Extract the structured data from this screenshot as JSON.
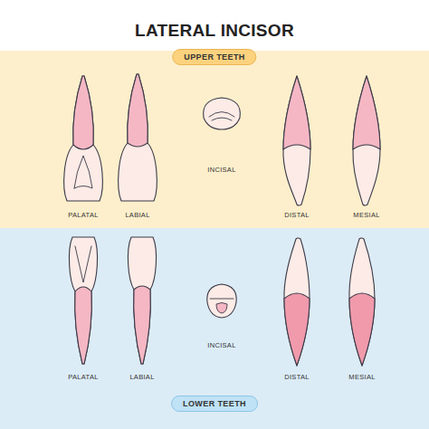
{
  "diagram": {
    "title": "LATERAL INCISOR",
    "nodes": [
      {
        "text": [
          "UPPER TEETH"
        ]
      },
      {
        "text": [
          "LOWER TEETH"
        ]
      }
    ],
    "labels": [
      "INCISAL",
      "PALATAL",
      "LABIAL",
      "DISTAL",
      "MESIAL",
      "INCISAL",
      "PALATAL",
      "LABIAL",
      "DISTAL",
      "MESIAL"
    ]
  }
}
